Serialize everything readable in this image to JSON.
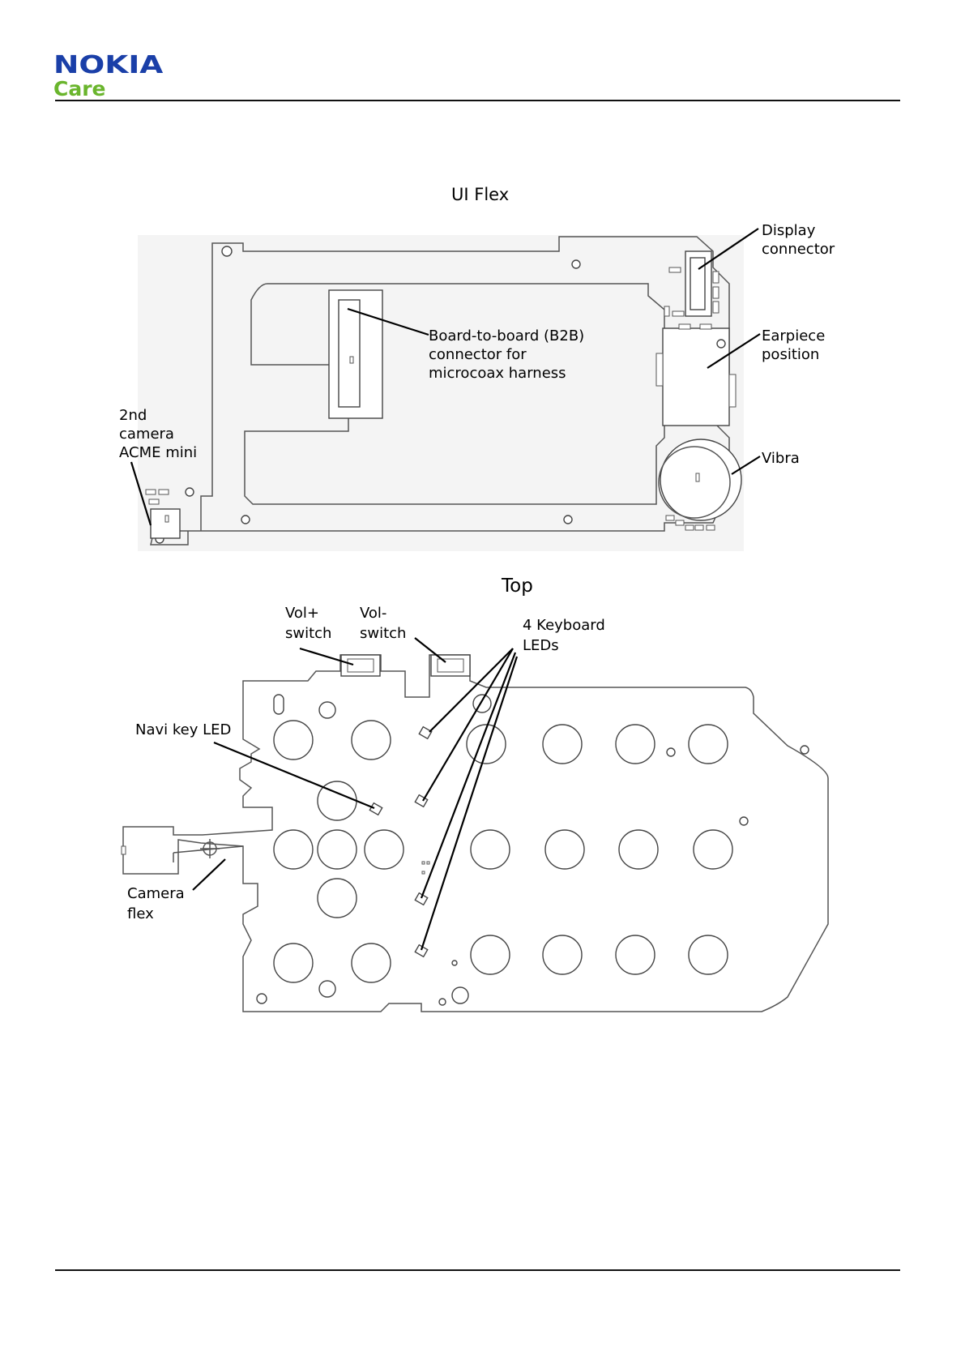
{
  "header": {
    "brand": "NOKIA",
    "sub_brand": "Care",
    "brand_color": "#1a3fa8",
    "sub_brand_color": "#6ab52d"
  },
  "figures": {
    "ui_flex": {
      "title": "UI Flex",
      "labels": {
        "display_connector": [
          "Display",
          "connector"
        ],
        "b2b_connector": [
          "Board-to-board (B2B)",
          "connector for",
          "microcoax harness"
        ],
        "earpiece": [
          "Earpiece",
          "position"
        ],
        "camera_2nd": [
          "2nd",
          "camera",
          "ACME mini"
        ],
        "vibra": [
          "Vibra"
        ]
      }
    },
    "top": {
      "title": "Top",
      "labels": {
        "vol_plus": [
          "Vol+",
          "switch"
        ],
        "vol_minus": [
          "Vol-",
          "switch"
        ],
        "keyboard_leds": [
          "4 Keyboard",
          "LEDs"
        ],
        "navi_led": [
          "Navi key LED"
        ],
        "camera_flex": [
          "Camera",
          "flex"
        ]
      }
    }
  }
}
